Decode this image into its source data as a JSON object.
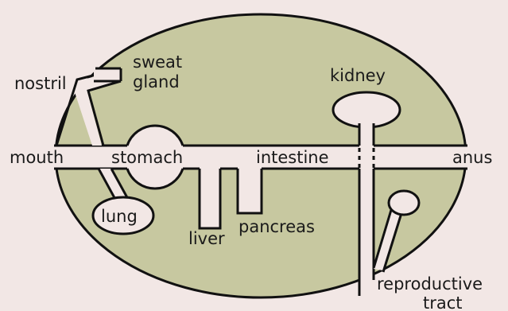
{
  "colors": {
    "background": "#f2e7e5",
    "body_fill": "#c7c8a0",
    "outline": "#111111",
    "tube": "#f2e7e5"
  },
  "labels": {
    "nostril": "nostril",
    "sweat": "sweat",
    "gland": "gland",
    "kidney": "kidney",
    "mouth": "mouth",
    "stomach": "stomach",
    "intestine": "intestine",
    "anus": "anus",
    "lung": "lung",
    "liver": "liver",
    "pancreas": "pancreas",
    "reproductive": "reproductive",
    "tract": "tract"
  }
}
